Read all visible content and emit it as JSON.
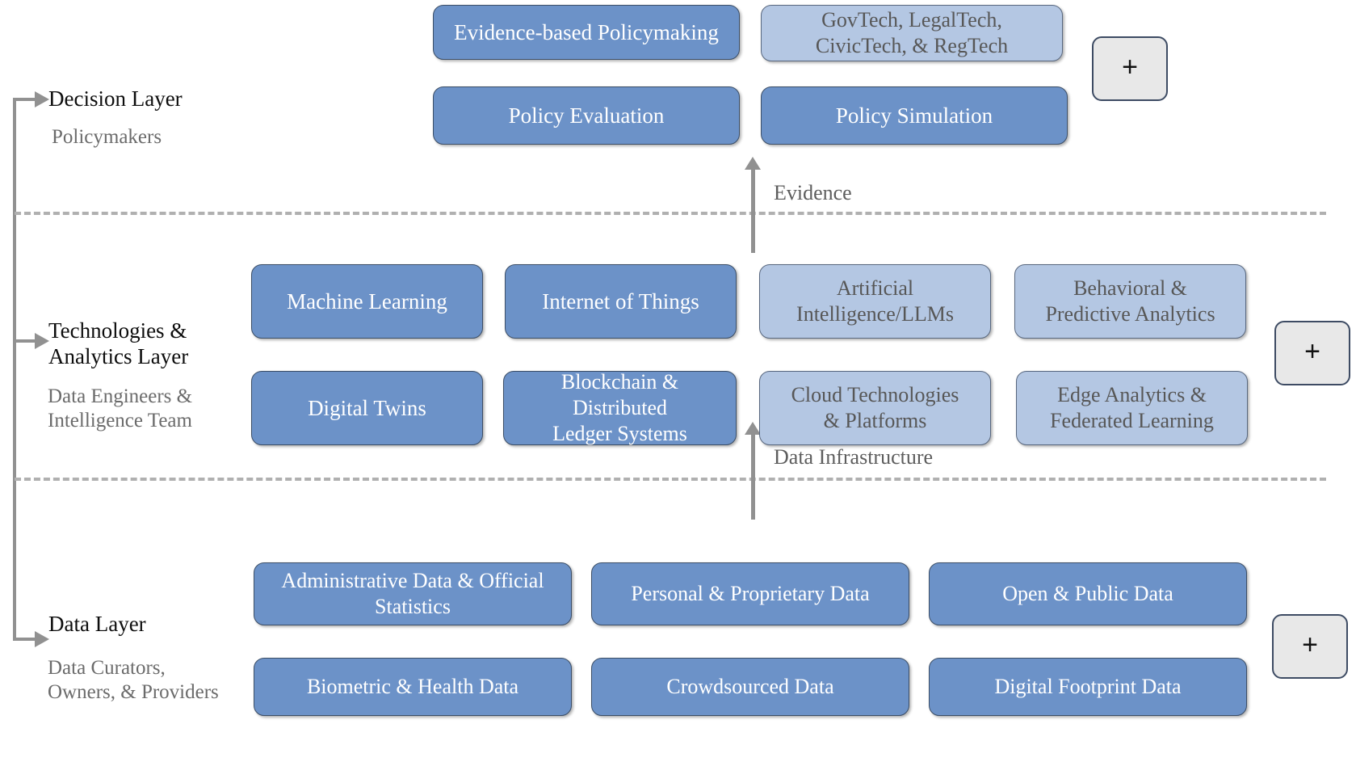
{
  "diagram": {
    "title": "Three-layer data-to-policy framework",
    "colors": {
      "primary_fill": "#6C92C8",
      "primary_border": "#3C4E66",
      "primary_text": "#FFFFFF",
      "secondary_fill": "#B4C7E3",
      "secondary_border": "#58677E",
      "secondary_text": "#575757",
      "plus_fill": "#E8E8E8",
      "plus_border": "#3D4B63",
      "divider": "#B0B0B0",
      "arrow": "#919191",
      "layer_title_text": "#0D0D0D",
      "layer_sub_text": "#6B6B6B",
      "background": "#FFFFFF"
    },
    "layers": [
      {
        "id": "decision",
        "title": "Decision Layer",
        "subtitle": "Policymakers",
        "add_label": "+",
        "nodes": [
          {
            "label": "Evidence-based Policymaking",
            "style": "primary"
          },
          {
            "label": "GovTech, LegalTech,\nCivicTech, & RegTech",
            "style": "secondary"
          },
          {
            "label": "Policy Evaluation",
            "style": "primary"
          },
          {
            "label": "Policy Simulation",
            "style": "primary"
          }
        ]
      },
      {
        "id": "technologies",
        "title": "Technologies &\nAnalytics Layer",
        "subtitle": "Data Engineers &\nIntelligence Team",
        "add_label": "+",
        "nodes": [
          {
            "label": "Machine Learning",
            "style": "primary"
          },
          {
            "label": "Internet of Things",
            "style": "primary"
          },
          {
            "label": "Artificial\nIntelligence/LLMs",
            "style": "secondary"
          },
          {
            "label": "Behavioral &\nPredictive Analytics",
            "style": "secondary"
          },
          {
            "label": "Digital Twins",
            "style": "primary"
          },
          {
            "label": "Blockchain & Distributed\nLedger Systems",
            "style": "primary"
          },
          {
            "label": "Cloud Technologies\n& Platforms",
            "style": "secondary"
          },
          {
            "label": "Edge Analytics &\nFederated Learning",
            "style": "secondary"
          }
        ]
      },
      {
        "id": "data",
        "title": "Data Layer",
        "subtitle": "Data Curators,\nOwners, & Providers",
        "add_label": "+",
        "nodes": [
          {
            "label": "Administrative Data & Official\nStatistics",
            "style": "primary"
          },
          {
            "label": "Personal & Proprietary Data",
            "style": "primary"
          },
          {
            "label": "Open & Public Data",
            "style": "primary"
          },
          {
            "label": "Biometric & Health Data",
            "style": "primary"
          },
          {
            "label": "Crowdsourced Data",
            "style": "primary"
          },
          {
            "label": "Digital Footprint Data",
            "style": "primary"
          }
        ]
      }
    ],
    "flows": [
      {
        "id": "evidence",
        "label": "Evidence"
      },
      {
        "id": "data-infrastructure",
        "label": "Data Infrastructure"
      }
    ]
  }
}
